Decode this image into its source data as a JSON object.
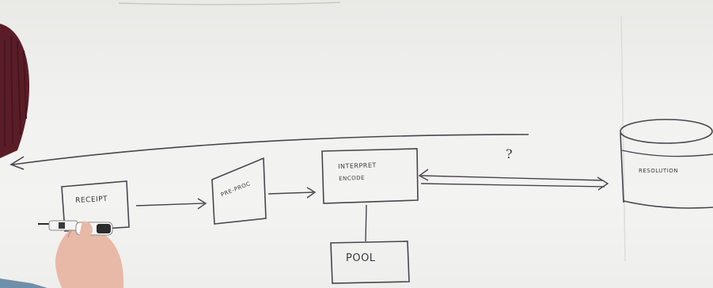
{
  "whiteboard": {
    "labels": {
      "receipt": "RECEIPT",
      "preprocess": "PRE-PROC",
      "interpret": "INTERPRET",
      "encode": "ENCODE",
      "question": "?",
      "resolution": "RESOLUTION",
      "pool": "POOL"
    }
  },
  "colors": {
    "marker": "#4a4550",
    "beanie": "#5a1d27",
    "skin": "#e8b9a6",
    "marker_cap": "#2b2b2e",
    "board": "#f1f1ef"
  }
}
